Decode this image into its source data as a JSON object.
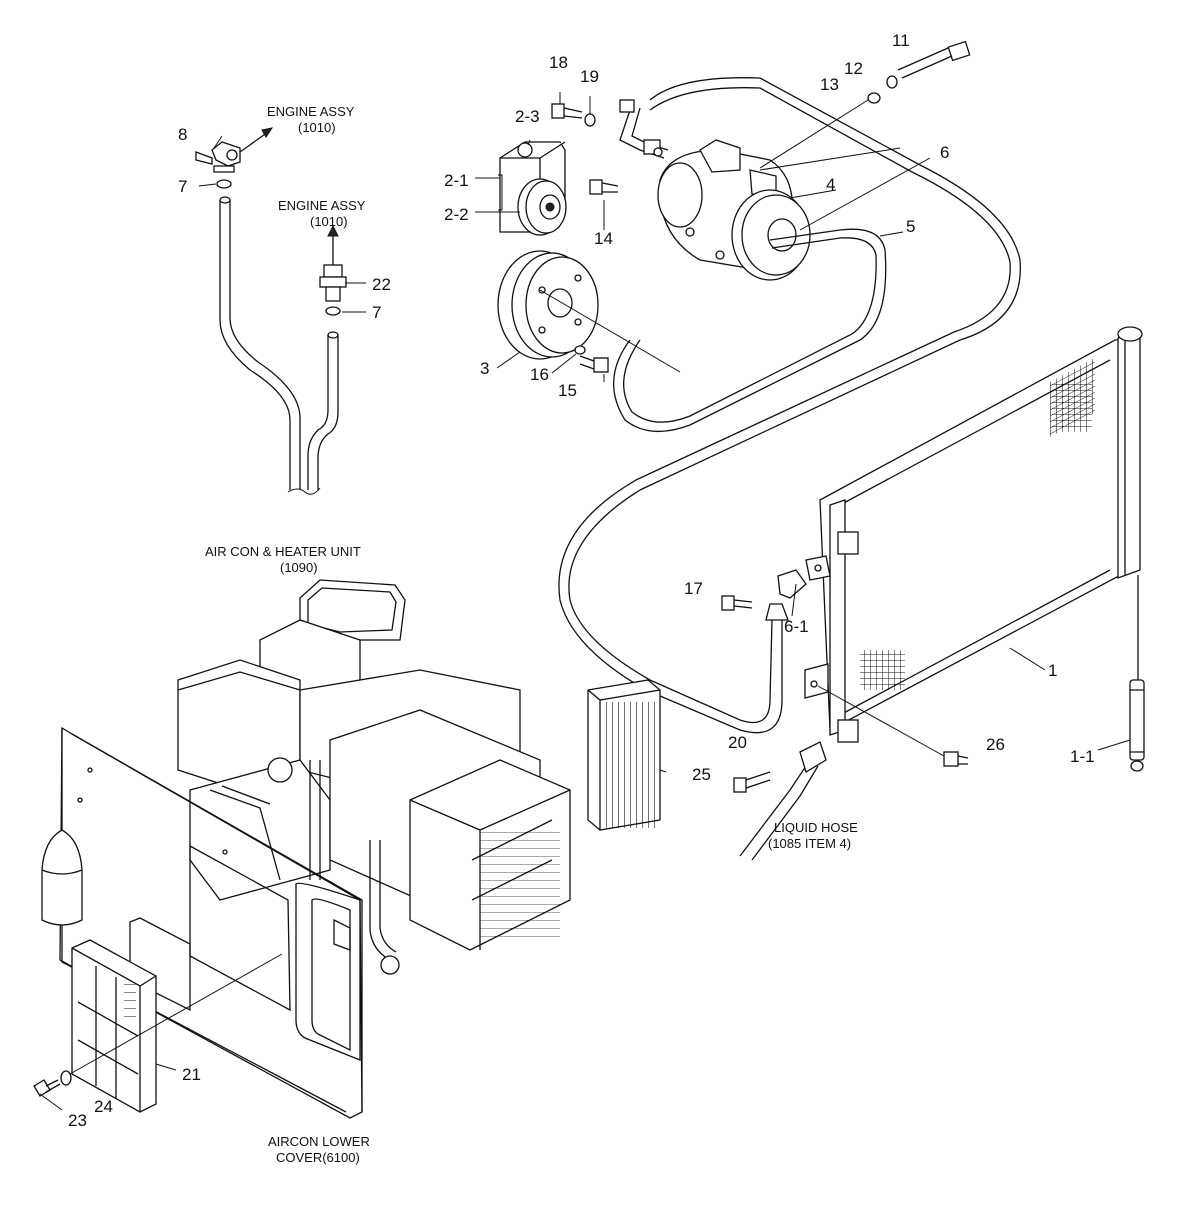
{
  "callouts": {
    "n11": "11",
    "n12": "12",
    "n13": "13",
    "n18": "18",
    "n19": "19",
    "n2_3": "2-3",
    "n2_1": "2-1",
    "n2_2": "2-2",
    "n14": "14",
    "n4": "4",
    "n6": "6",
    "n5": "5",
    "n3": "3",
    "n16": "16",
    "n15": "15",
    "n8": "8",
    "n7a": "7",
    "n22": "22",
    "n7b": "7",
    "n17": "17",
    "n6_1": "6-1",
    "n1": "1",
    "n1_1": "1-1",
    "n20": "20",
    "n26": "26",
    "n25": "25",
    "n21": "21",
    "n23": "23",
    "n24": "24"
  },
  "labels": {
    "engine_assy_1_line1": "ENGINE ASSY",
    "engine_assy_1_line2": "(1010)",
    "engine_assy_2_line1": "ENGINE ASSY",
    "engine_assy_2_line2": "(1010)",
    "aircon_heater_line1": "AIR CON & HEATER UNIT",
    "aircon_heater_line2": "(1090)",
    "liquid_hose_line1": "LIQUID HOSE",
    "liquid_hose_line2": "(1085 ITEM 4)",
    "aircon_lower_line1": "AIRCON LOWER",
    "aircon_lower_line2": "COVER(6100)"
  }
}
